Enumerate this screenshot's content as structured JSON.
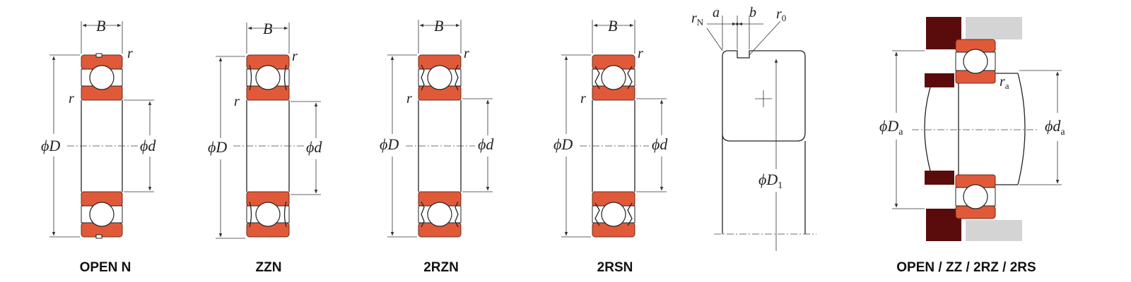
{
  "colors": {
    "ring": "#e05a3a",
    "ring_stroke": "#6a2a1a",
    "ball": "#ffffff",
    "housing": "#5a0b0b",
    "shaft_gray": "#d4d4d4",
    "line": "#222222"
  },
  "labels": {
    "B": "B",
    "r": "r",
    "phi": "ϕ",
    "D": "D",
    "d": "d",
    "a": "a",
    "b": "b",
    "rN_base": "r",
    "rN_sub": "N",
    "r0_base": "r",
    "r0_sub": "0",
    "D1_base": "D",
    "D1_sub": "1",
    "Da_base": "D",
    "Da_sub": "a",
    "da_base": "d",
    "da_sub": "a",
    "ra_base": "r",
    "ra_sub": "a"
  },
  "captions": {
    "open_n": "OPEN N",
    "zzn": "ZZN",
    "rzn": "2RZN",
    "rsn": "2RSN",
    "mount": "OPEN / ZZ / 2RZ / 2RS"
  }
}
